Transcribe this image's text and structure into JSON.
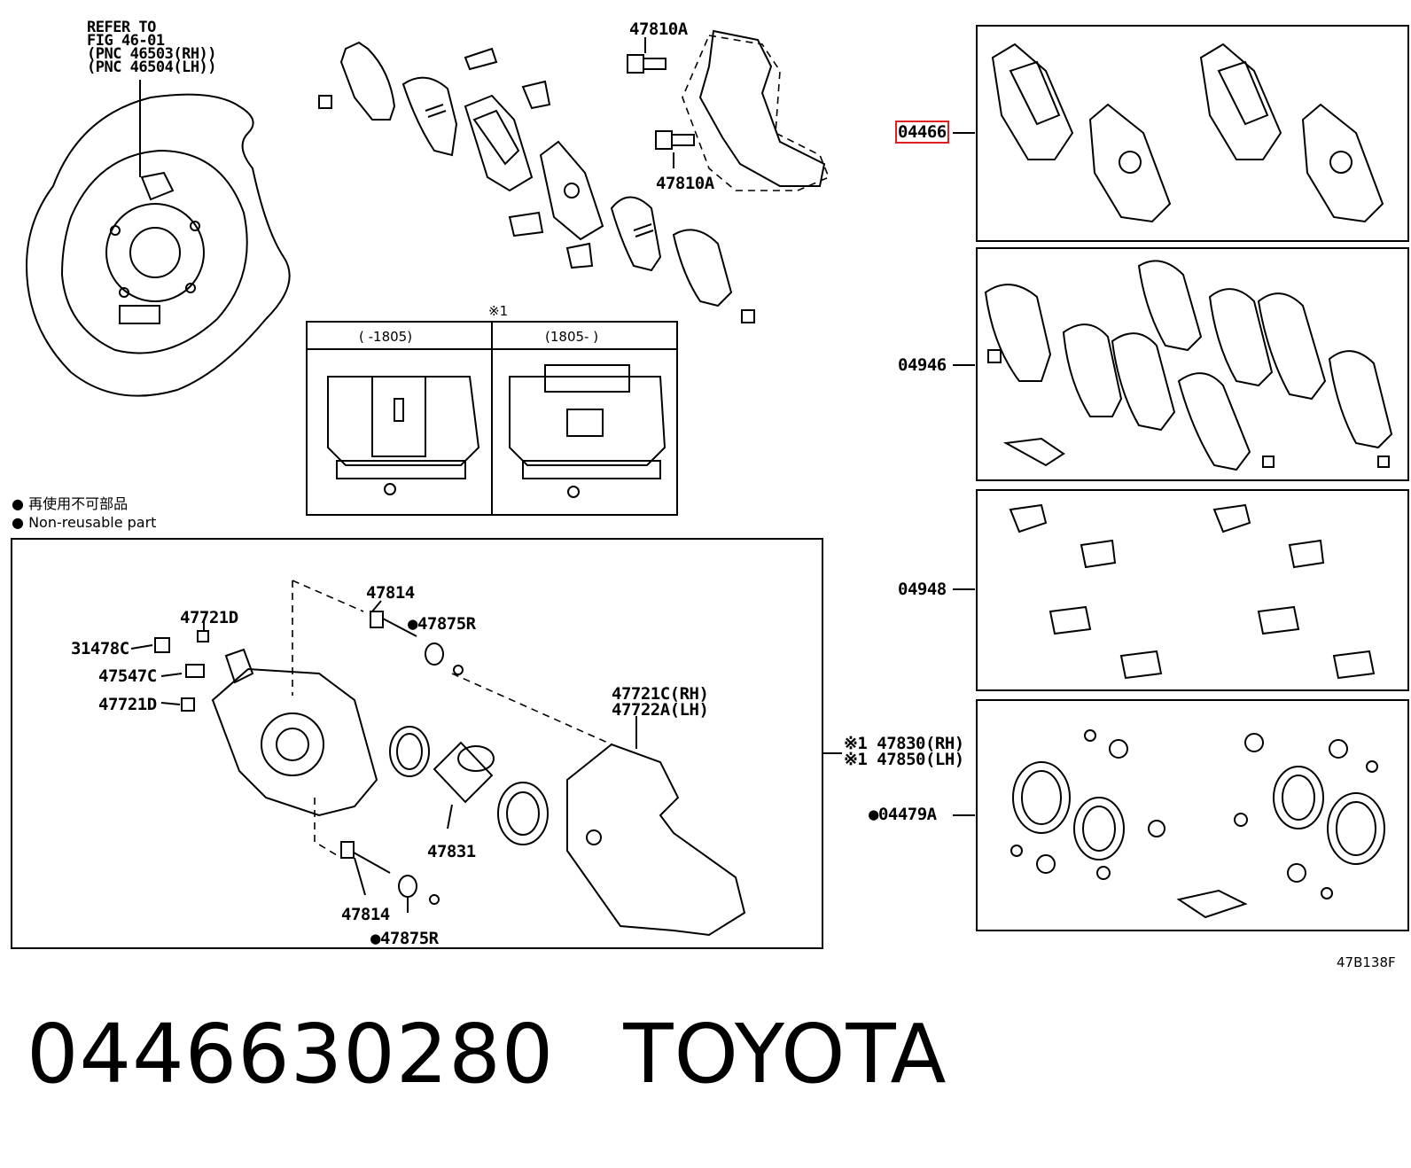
{
  "refer_note": [
    "REFER TO",
    "FIG 46-01",
    "(PNC 46503(RH))",
    "(PNC 46504(LH))"
  ],
  "inset": {
    "mark": "※1",
    "left_header": "(       -1805)",
    "right_header": "(1805-       )"
  },
  "legend": [
    {
      "symbol": "●",
      "text": "再使用不可部品"
    },
    {
      "symbol": "●",
      "text": "Non-reusable part"
    }
  ],
  "top_labels": {
    "bolt_upper": "47810A",
    "bolt_lower": "47810A"
  },
  "caliper_labels": {
    "guide_pin_upper": "47814",
    "boot_upper": "●47875R",
    "plug_upper": "47721D",
    "cap": "31478C",
    "bleeder": "47547C",
    "plug_lower": "47721D",
    "mounting_rh": "47721C(RH)",
    "mounting_lh": "47722A(LH)",
    "piston": "47831",
    "guide_pin_lower": "47814",
    "boot_lower": "●47875R"
  },
  "assembly_labels": {
    "rh": "※1 47830(RH)",
    "lh": "※1 47850(LH)"
  },
  "kit_labels": {
    "pad_kit_prefix": "0446",
    "pad_kit_suffix": "6",
    "shim_kit": "04946",
    "fitting_kit": "04948",
    "cylinder_kit": "●04479A"
  },
  "figure_code": "47B138F",
  "footer": {
    "part_number": "0446630280",
    "brand": "TOYOTA"
  },
  "colors": {
    "highlight": "#e02020",
    "line": "#000000",
    "background": "#ffffff"
  }
}
